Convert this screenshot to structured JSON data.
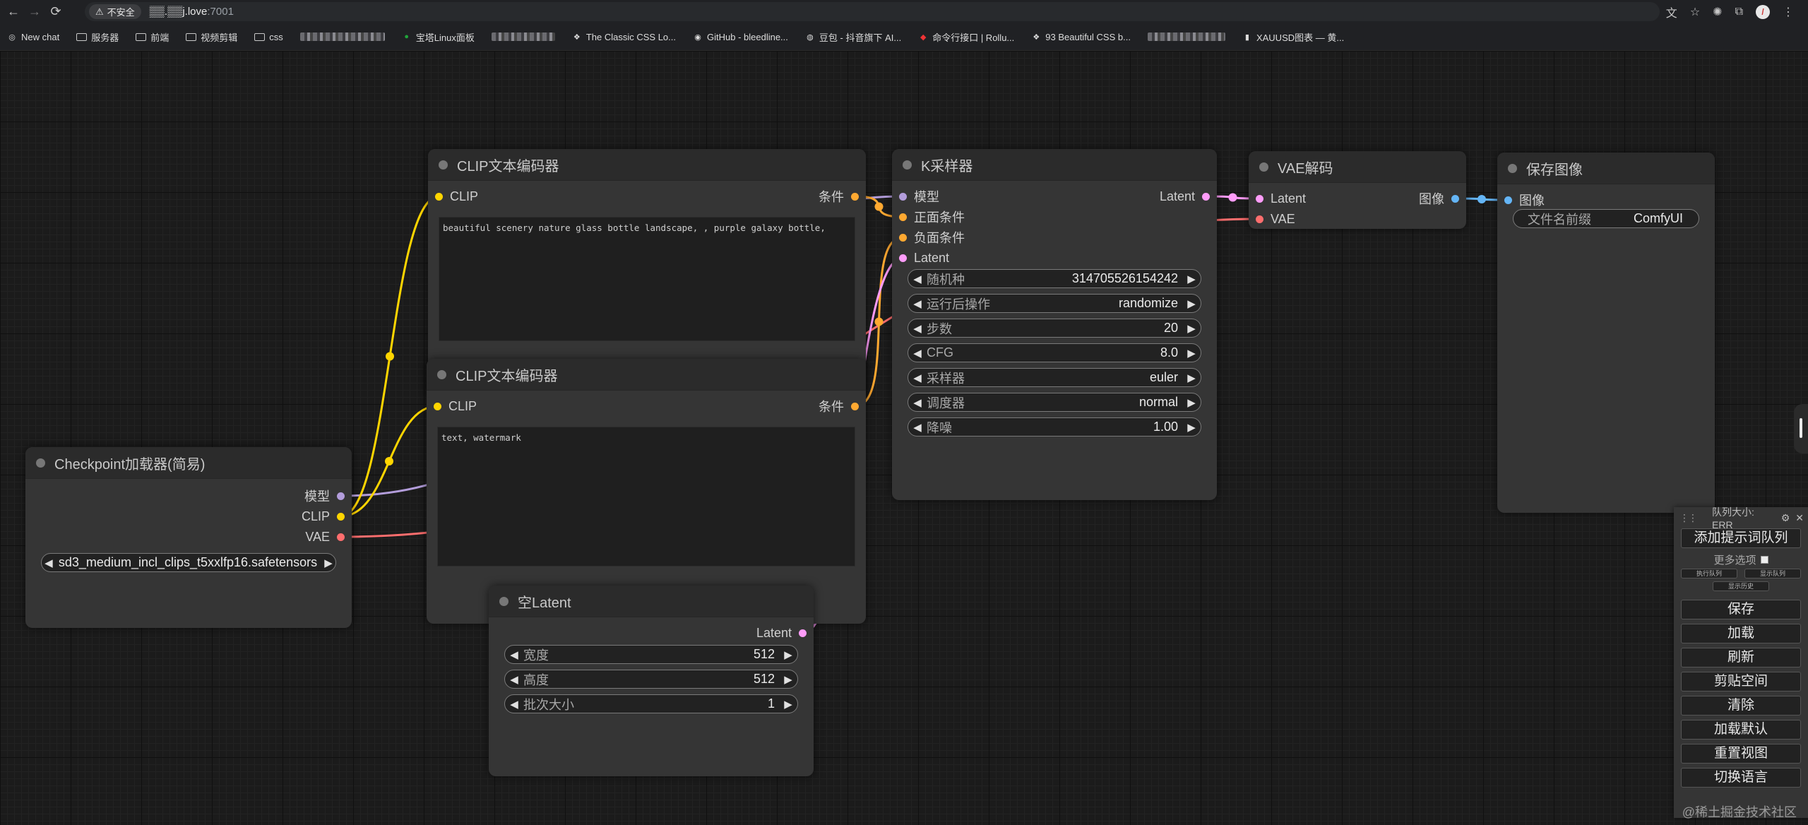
{
  "browser": {
    "security_label": "不安全",
    "url_host": "▒▒.▒▒j.love",
    "url_port": ":7001",
    "bookmarks": [
      {
        "label": "New chat",
        "icon": "openai-icon"
      },
      {
        "label": "服务器",
        "icon": "folder-icon"
      },
      {
        "label": "前端",
        "icon": "folder-icon"
      },
      {
        "label": "视频剪辑",
        "icon": "folder-icon"
      },
      {
        "label": "css",
        "icon": "folder-icon"
      },
      {
        "label": "",
        "icon": "blurred"
      },
      {
        "label": "宝塔Linux面板",
        "icon": "bt-icon"
      },
      {
        "label": "",
        "icon": "blurred"
      },
      {
        "label": "The Classic CSS Lo...",
        "icon": "site-icon"
      },
      {
        "label": "GitHub - bleedline...",
        "icon": "github-icon"
      },
      {
        "label": "豆包 - 抖音旗下 AI...",
        "icon": "doubao-icon"
      },
      {
        "label": "命令行接口 | Rollu...",
        "icon": "rollup-icon"
      },
      {
        "label": "93 Beautiful CSS b...",
        "icon": "site-icon"
      },
      {
        "label": "",
        "icon": "blurred"
      },
      {
        "label": "XAUUSD图表 — 黄...",
        "icon": "tradingview-icon"
      }
    ]
  },
  "nodes": {
    "clip_pos": {
      "title": "CLIP文本编码器",
      "input_clip": "CLIP",
      "output_cond": "条件",
      "text": "beautiful scenery nature glass bottle landscape, , purple galaxy bottle,"
    },
    "clip_neg": {
      "title": "CLIP文本编码器",
      "input_clip": "CLIP",
      "output_cond": "条件",
      "text": "text, watermark"
    },
    "checkpoint": {
      "title": "Checkpoint加载器(简易)",
      "out_model": "模型",
      "out_clip": "CLIP",
      "out_vae": "VAE",
      "ckpt_value": "sd3_medium_incl_clips_t5xxlfp16.safetensors"
    },
    "empty_latent": {
      "title": "空Latent",
      "out_latent": "Latent",
      "widgets": [
        {
          "label": "宽度",
          "value": "512"
        },
        {
          "label": "高度",
          "value": "512"
        },
        {
          "label": "批次大小",
          "value": "1"
        }
      ]
    },
    "ksampler": {
      "title": "K采样器",
      "in_model": "模型",
      "in_positive": "正面条件",
      "in_negative": "负面条件",
      "in_latent": "Latent",
      "out_latent": "Latent",
      "widgets": [
        {
          "label": "随机种",
          "value": "314705526154242"
        },
        {
          "label": "运行后操作",
          "value": "randomize"
        },
        {
          "label": "步数",
          "value": "20"
        },
        {
          "label": "CFG",
          "value": "8.0"
        },
        {
          "label": "采样器",
          "value": "euler"
        },
        {
          "label": "调度器",
          "value": "normal"
        },
        {
          "label": "降噪",
          "value": "1.00"
        }
      ]
    },
    "vae_decode": {
      "title": "VAE解码",
      "in_latent": "Latent",
      "in_vae": "VAE",
      "out_image": "图像"
    },
    "save_image": {
      "title": "保存图像",
      "in_image": "图像",
      "prefix_label": "文件名前缀",
      "prefix_value": "ComfyUI"
    }
  },
  "colors": {
    "model": "#b39ddb",
    "clip": "#ffd500",
    "vae": "#ff6e6e",
    "conditioning": "#ffa931",
    "latent": "#ff9cf9",
    "image": "#64b5f6"
  },
  "menu": {
    "queue_size": "队列大小: ERR",
    "queue_prompt": "添加提示词队列",
    "more_options": "更多选项",
    "view_queue": "执行队列",
    "view_progress": "显示队列",
    "view_history": "显示历史",
    "buttons": [
      "保存",
      "加载",
      "刷新",
      "剪贴空间",
      "清除",
      "加载默认",
      "重置视图",
      "切换语言"
    ]
  },
  "watermark": "@稀土掘金技术社区"
}
